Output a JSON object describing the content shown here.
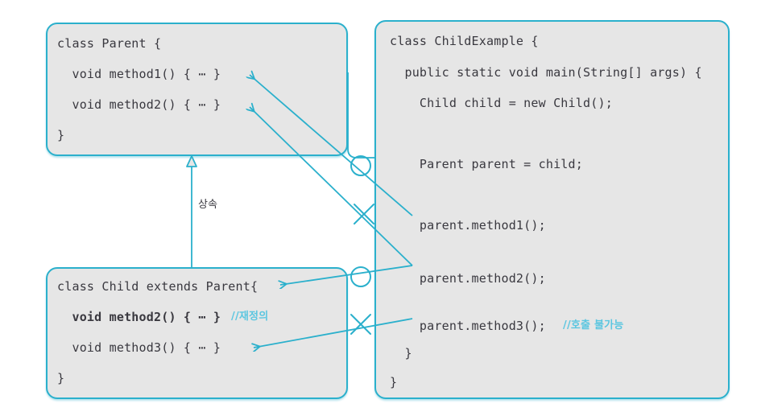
{
  "diagram": {
    "title": "Java inheritance and polymorphism diagram",
    "colors": {
      "box_border": "#2bb0cc",
      "box_fill": "#e6e6e6",
      "code_text": "#39383f",
      "comment_text": "#5cc6e0",
      "connector": "#2bb0cc"
    }
  },
  "parent_box": {
    "name": "Parent",
    "lines": [
      "class Parent {",
      "  void method1() { ⋯ }",
      "  void method2() { ⋯ }",
      "}"
    ]
  },
  "child_box": {
    "name": "Child",
    "lines": [
      "class Child extends Parent{",
      "  void method2() { ⋯ }",
      "  void method3() { ⋯ }",
      "}"
    ],
    "override_comment": "//재정의"
  },
  "example_box": {
    "name": "ChildExample",
    "lines": [
      "class ChildExample {",
      "  public static void main(String[] args) {",
      "    Child child = new Child();",
      "    Parent parent = child;",
      "    parent.method1();",
      "    parent.method2();",
      "    parent.method3();",
      "  }",
      "}"
    ],
    "not_callable_comment": "//호출 불가능"
  },
  "inheritance": {
    "label": "상속",
    "arrow": "hollow-triangle",
    "from": "Child",
    "to": "Parent"
  },
  "markers": {
    "allowed": "O",
    "forbidden": "X"
  }
}
